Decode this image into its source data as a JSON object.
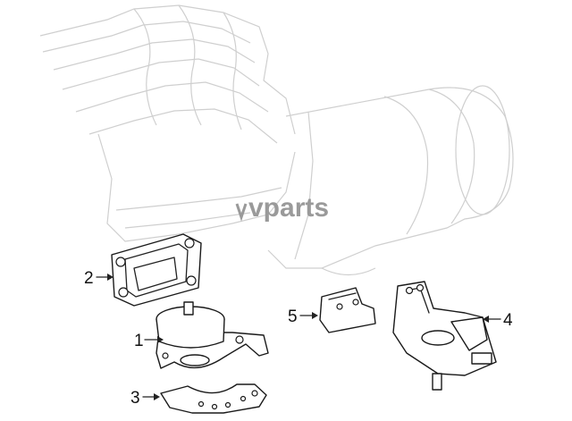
{
  "watermark": {
    "text": "vparts",
    "color": "#9a9a9a"
  },
  "callouts": [
    {
      "id": "1",
      "label": "1"
    },
    {
      "id": "2",
      "label": "2"
    },
    {
      "id": "3",
      "label": "3"
    },
    {
      "id": "4",
      "label": "4"
    },
    {
      "id": "5",
      "label": "5"
    }
  ]
}
